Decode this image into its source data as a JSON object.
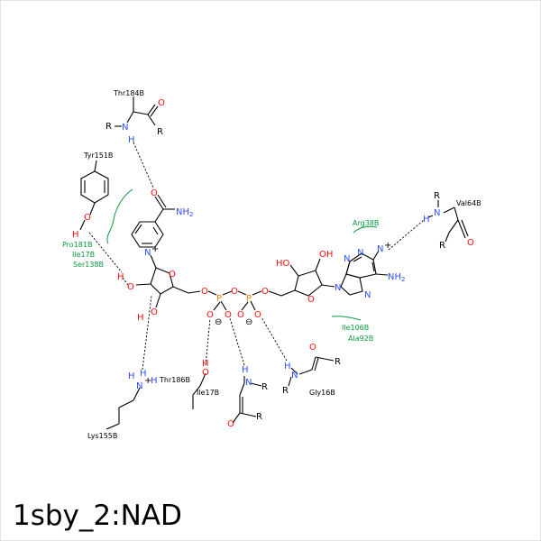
{
  "caption": "1sby_2:NAD",
  "colors": {
    "carbon": "#000000",
    "oxygen": "#ff0d0d",
    "nitrogen": "#3050f8",
    "phosphorus": "#ff8000",
    "hydrophobic": "#0a9b3c"
  },
  "residues": {
    "thr184": "Thr184B",
    "tyr151": "Tyr151B",
    "pro181": "Pro181B",
    "ile17": "Ile17B",
    "ser138": "Ser138B",
    "arg38": "Arg38B",
    "val64": "Val64B",
    "ile106": "Ile106B",
    "ala92": "Ala92B",
    "thr186": "Thr186B",
    "ile17b2": "Ile17B",
    "gly16": "Gly16B",
    "lys155": "Lys155B"
  },
  "atoms": {
    "O": "O",
    "N": "N",
    "H": "H",
    "P": "P",
    "R": "R",
    "NH2": "NH",
    "sub2": "2",
    "HO": "HO",
    "OH": "OH",
    "Hdot": "H",
    "Odot": "O",
    "plus": "+",
    "minus": "⊖"
  }
}
